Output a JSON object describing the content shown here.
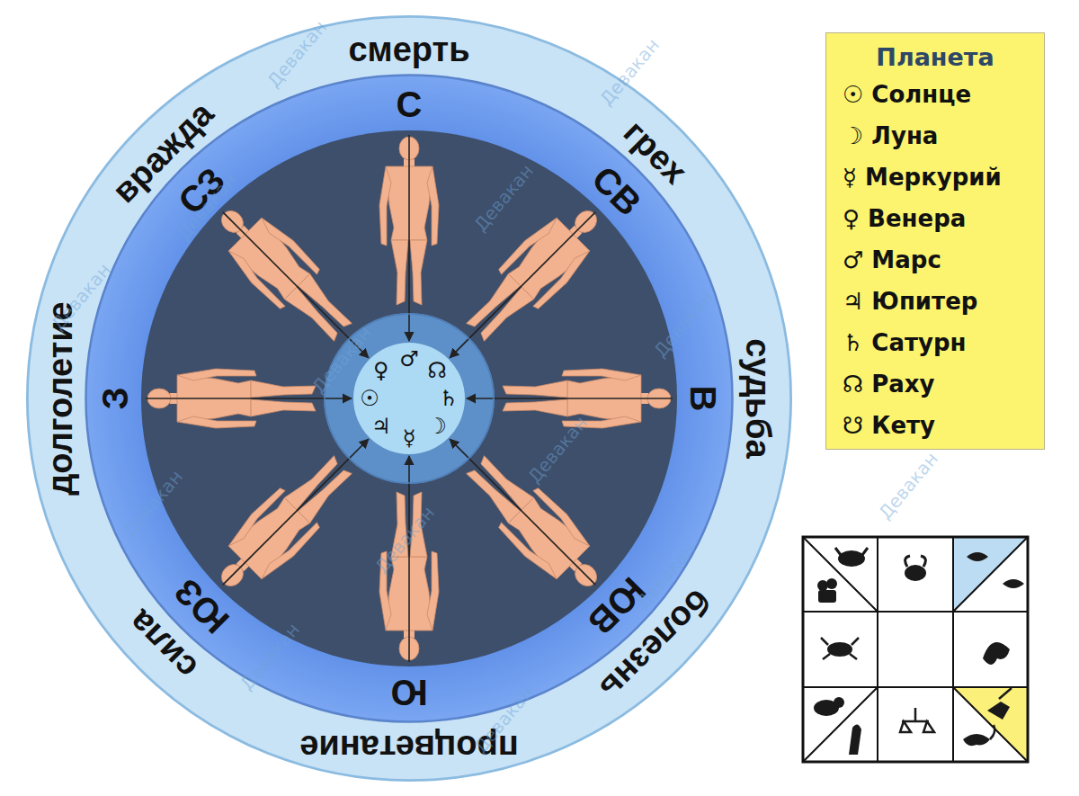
{
  "diagram": {
    "nodes": [
      {
        "text": [
          "смерть",
          "грех",
          "судьба",
          "болезнь",
          "процветание",
          "сила",
          "долголетие",
          "вражда"
        ]
      },
      {
        "text": [
          "С",
          "СВ",
          "В",
          "ЮВ",
          "Ю",
          "ЮЗ",
          "З",
          "СЗ"
        ],
        "in": 0
      },
      {
        "text": [
          "♂",
          "☊",
          "♄",
          "☽",
          "☿",
          "♃",
          "☉",
          "♀"
        ],
        "in": 1
      },
      {
        "text": [
          "Планета"
        ]
      }
    ],
    "labels": [
      "Девакан",
      "Девакан",
      "Девакан",
      "Девакан",
      "Девакан",
      "Девакан",
      "Девакан",
      "Девакан",
      "Девакан",
      "Девакан",
      "Девакан",
      "Девакан",
      "Девакан",
      "Девакан"
    ],
    "legend": [
      {
        "text": "☉ Солнце"
      },
      {
        "text": "☽ Луна"
      },
      {
        "text": "☿ Меркурий"
      },
      {
        "text": "♀ Венера"
      },
      {
        "text": "♂ Марс"
      },
      {
        "text": "♃ Юпитер"
      },
      {
        "text": "♄ Сатурн"
      },
      {
        "text": "☊ Раху"
      },
      {
        "text": "☋ Кету"
      }
    ]
  }
}
